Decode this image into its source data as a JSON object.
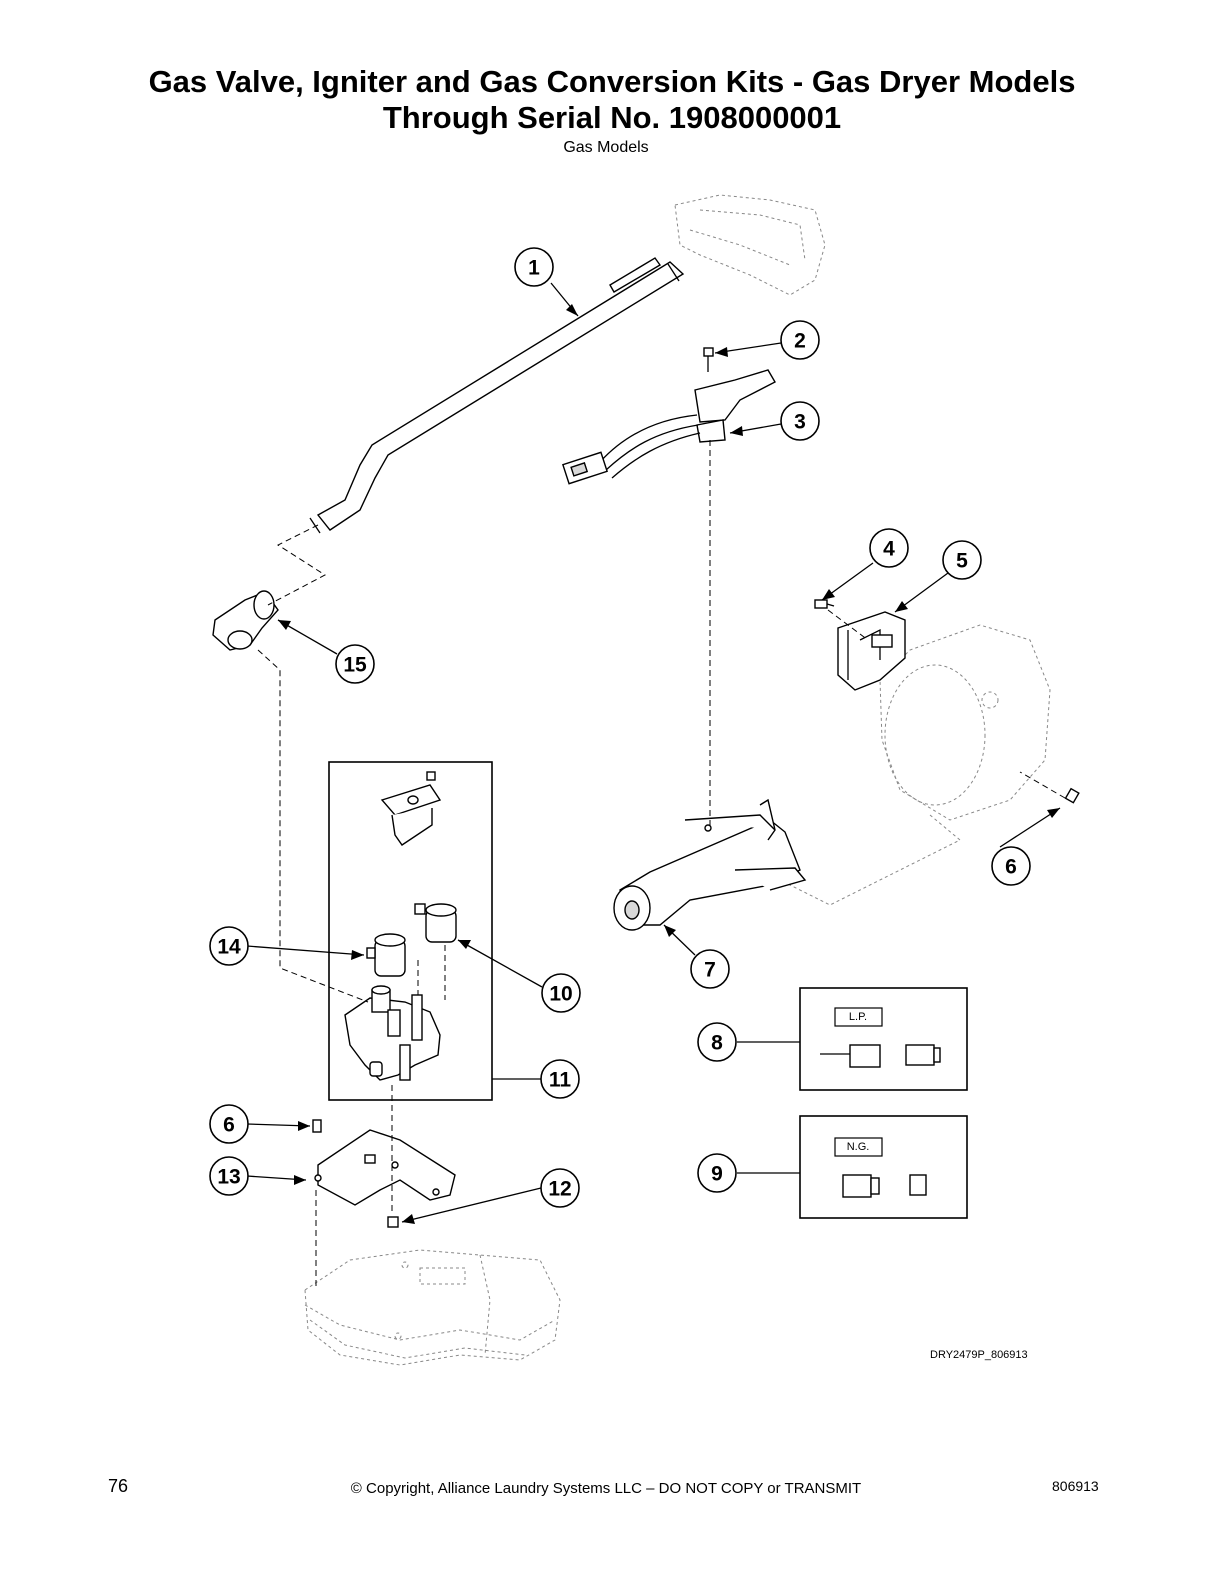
{
  "title": {
    "line1": "Gas Valve, Igniter and Gas Conversion Kits - Gas Dryer Models",
    "line2": "Through Serial No. 1908000001",
    "subtitle": "Gas Models"
  },
  "callouts": [
    "1",
    "2",
    "3",
    "4",
    "5",
    "6",
    "7",
    "8",
    "9",
    "10",
    "11",
    "12",
    "13",
    "14",
    "15"
  ],
  "kit_labels": {
    "lp": "L.P.",
    "ng": "N.G."
  },
  "drawing_id": "DRY2479P_806913",
  "footer": {
    "page_number": "76",
    "copyright": "© Copyright, Alliance Laundry Systems LLC – DO NOT COPY or TRANSMIT",
    "doc_number": "806913"
  }
}
